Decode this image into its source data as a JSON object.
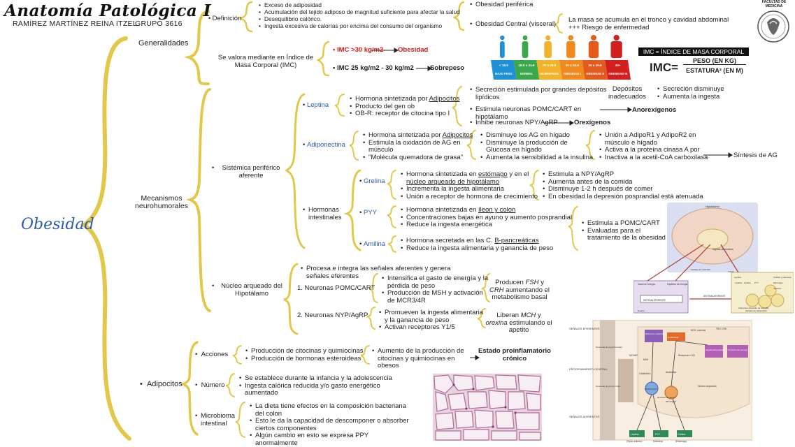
{
  "header": {
    "title": "Anatomía Patológica I",
    "author": "RAMÍREZ MARTÍNEZ REINA ITZEL",
    "group": "GRUPO  3616",
    "faculty": "FACULTAD DE MEDICINA"
  },
  "root": "Obesidad",
  "generalidades": {
    "label": "Generalidades",
    "definicion": {
      "label": "Definición",
      "items": [
        "Exceso de adiposidad",
        "Acumulación del tejido adiposo de magnitud suficiente para afectar la salud",
        "Desequilibrio calórico.",
        "Ingesta excesiva de calorías por encima del consumo del organismo"
      ]
    },
    "tipos": [
      "Obesidad periférica",
      "Obesidad Central (visceral)"
    ],
    "central_notes": [
      "La masa se acumula en el tronco y cavidad abdominal",
      "+++ Riesgo de enfermedad"
    ],
    "imc": {
      "label": "Se valora mediante en Índice de Masa Corporal (IMC)",
      "obesidad_range": "IMC >30 kg/m2",
      "obesidad_label": "Obesidad",
      "sobrepeso_range": "IMC 25 kg/m2 - 30 kg/m2",
      "sobrepeso_label": "Sobrepeso",
      "formula_header": "IMC = ÍNDICE DE MASA CORPORAL",
      "formula_lhs": "IMC=",
      "formula_num": "PESO (EN KG)",
      "formula_den": "ESTATURA² (EN M)"
    },
    "bmi_chart": {
      "ranges": [
        "< 18.5",
        "18.5 a 24.9",
        "25 a 29.9",
        "30 a 34.9",
        "35 a 39.9",
        "40+"
      ],
      "labels": [
        "BAJO PESO",
        "NORMAL",
        "SOBREPESO",
        "OBESIDAD I",
        "OBESIDAD II",
        "OBESIDAD III"
      ],
      "colors": [
        "#1f8fd6",
        "#3aa84a",
        "#f2b32a",
        "#f08a1c",
        "#e45a1c",
        "#d21f1f"
      ]
    }
  },
  "mecanismos": {
    "label": "Mecanismos neurohumorales",
    "sistemica": "Sistémica periférico aferente",
    "leptina": {
      "label": "Leptina",
      "items": [
        "Hormona sintetizada por Adipocitos",
        "Producto del gen ob",
        "OB-R: receptor de citocina tipo I"
      ],
      "effects": [
        "Secreción estimulada por grandes depósitos lipídicos",
        "Estimula neuronas POMC/CART en hipotálamo",
        "Inhibe neuronas NPY/AgRP"
      ],
      "depositos": "Depósitos inadecuados",
      "depositos_effects": [
        "Secreción disminuye",
        "Aumenta la ingesta"
      ],
      "anorexigenos": "Anorexígenos",
      "orexigenos": "Orexígenos"
    },
    "adiponectina": {
      "label": "Adiponectina",
      "items": [
        "Hormona sintetizada por Adipocitos",
        "Estimula la oxidación de AG en músculo",
        "\"Molécula quemadora de grasa\""
      ],
      "effects": [
        "Disminuye los AG en hígado",
        "Disminuye la producción de Glucosa en hígado",
        "Aumenta la sensibilidad a la insulina"
      ],
      "receptors": [
        "Unión a AdipoR1 y AdipoR2 en músculo e hígado",
        "Activa a la proteína cinasa A por",
        "Inactiva a la acetil-CoA carboxilasa"
      ],
      "result": "Síntesis de AG"
    },
    "intestinales": {
      "label": "Hormonas intestinales",
      "grelina": {
        "label": "Grelina",
        "items": [
          "Hormona sintetizada en estómago y en el núcleo arqueado de hipotálamo",
          "Incrementa la ingesta alimentaria",
          "Unión a receptor de hormona de crecimiento"
        ],
        "effects": [
          "Estimula a NPY/AgRP",
          "Aumenta antes de la comida",
          "Disminuye 1-2 h después de comer",
          "En obesidad la depresión posprandial está atenuada"
        ]
      },
      "pyy": {
        "label": "PYY",
        "items": [
          "Hormona sintetizada en íleon y colon",
          "Concentraciones bajas en ayuno y aumento posprandial",
          "Reduce la ingesta energética"
        ]
      },
      "amilina": {
        "label": "Amilina",
        "items": [
          "Hormona secretada en las C. B-pancreáticas",
          "Reduce la ingesta alimentaria y ganancia de peso"
        ]
      },
      "shared_effects": [
        "Estimula a POMC/CART",
        "Evaluadas para el tratamiento de la obesidad"
      ]
    },
    "nucleo": {
      "label": "Núcleo arqueado del Hipotálamo",
      "intro": "Procesa e integra las señales aferentes y genera señales eferentes",
      "pomc": {
        "label": "1.  Neuronas POMC/CART",
        "items": [
          "Intensifica el gasto de energía y la pérdida de peso",
          "Producción de MSH y activación de MCR3/4R"
        ],
        "result": "Producen FSH y CRH aumentando el metabolismo basal"
      },
      "npy": {
        "label": "2.  Neuronas NYP/AgRP",
        "items": [
          "Promueven la ingesta alimentaria y la ganancia de peso",
          "Activan receptores Y1/5"
        ],
        "result": "Liberan MCH y orexina estimulando el apetito"
      }
    }
  },
  "adipocitos": {
    "label": "Adipocitos",
    "acciones": {
      "label": "Acciones",
      "items": [
        "Producción de citocinas y quimiocinas",
        "Producción de hormonas esteroideas"
      ],
      "effect": "Aumento de la producción de citocinas y quimiocinas en obesos",
      "result": "Estado proinflamatorio crónico"
    },
    "numero": {
      "label": "Número",
      "items": [
        "Se establece durante la infancia y la adolescencia",
        "Ingesta calórica reducida y/o gasto energético aumentado"
      ]
    },
    "microbioma": {
      "label": "Microbioma intestinal",
      "items": [
        "La dieta tiene efectos en la composición bacteriana del colon",
        "Esto le da la capacidad de descomponer o absorber ciertos componentes",
        "Algún cambio en esto se expresa PPY anormalmente"
      ]
    }
  },
  "figures": {
    "brain": {
      "top": "PROCESAMIENTO CENTRAL",
      "labels": [
        "Hipotálamo",
        "Ingesta alimentaria",
        "Gasto de energía",
        "Equilibrio de energía",
        "SISTEMA EFERENTE",
        "Regulo",
        "SISTEMA AFERENTE",
        "Señales de adiposidad",
        "Leptina",
        "Insulina",
        "Grelina",
        "PYY",
        "Células y páncreas",
        "Estómago",
        "Intestino",
        "Adipocitos (depósito de energía)",
        "Señales de saciedad",
        "Activa"
      ]
    },
    "schematic": {
      "labels": [
        "SEÑALES EFERENTES",
        "PROCESAMIENTO CENTRAL",
        "SEÑALES AFERENTES",
        "Endocrino, autónomo",
        "Conductual",
        "MCH, orexinas",
        "TRH, CRH",
        "Ingesta alimentaria",
        "Consumo de energía",
        "MC3/4R",
        "MSH",
        "Receptores Y1/5",
        "Catabólico",
        "Anabólico",
        "POMC/CART",
        "NPY/AgRP",
        "Receptor de leptina",
        "Núcleo arqueado",
        "Leptina",
        "PYY",
        "Grelina",
        "(Tejido adiposo)",
        "(Intestino)",
        "(Estómago)",
        "Neuronas de primer orden",
        "Neuronas de segundo orden"
      ]
    }
  }
}
